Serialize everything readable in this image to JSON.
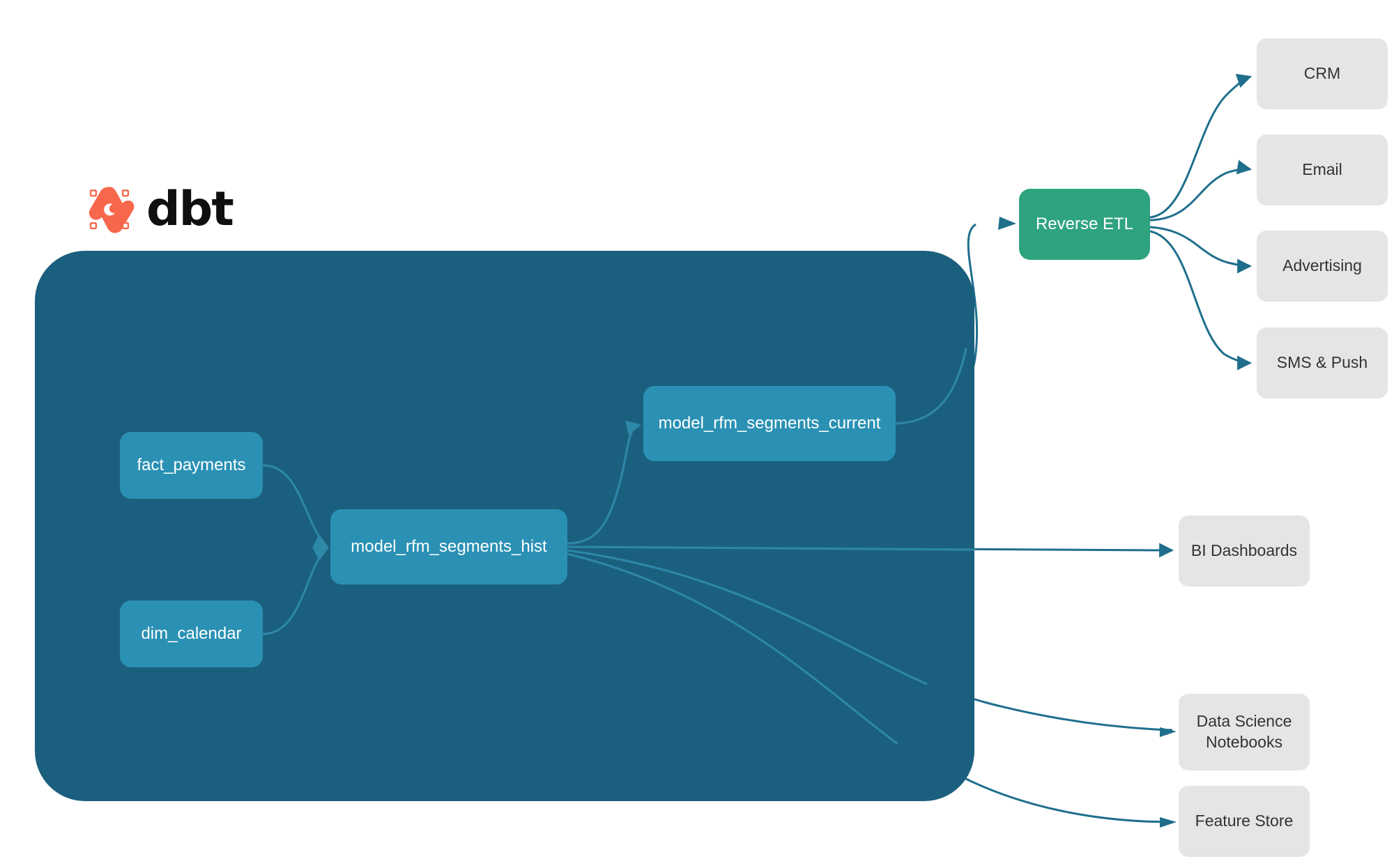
{
  "branding": {
    "logo_icon": "dbt-logo-icon",
    "wordmark": "dbt",
    "logo_color": "#f8674c",
    "wordmark_color": "#0f0f0f"
  },
  "colors": {
    "project_container": "#1b5f7e",
    "model_node": "#2a91b4",
    "reverse_etl_node": "#2ea37f",
    "consumer_node": "#e5e5e5",
    "edge_outer": "#1f6e8c",
    "edge_inner": "#2e88a8",
    "background": "#ffffff"
  },
  "project": {
    "container_name": "dbt-project-container",
    "models": [
      {
        "id": "fact_payments",
        "label": "fact_payments"
      },
      {
        "id": "dim_calendar",
        "label": "dim_calendar"
      },
      {
        "id": "model_rfm_segments_hist",
        "label": "model_rfm_segments_hist"
      },
      {
        "id": "model_rfm_segments_current",
        "label": "model_rfm_segments_current"
      }
    ]
  },
  "activation": {
    "hub": {
      "id": "reverse_etl",
      "label": "Reverse ETL"
    },
    "destinations": [
      {
        "id": "crm",
        "label": "CRM"
      },
      {
        "id": "email",
        "label": "Email"
      },
      {
        "id": "advertising",
        "label": "Advertising"
      },
      {
        "id": "sms_push",
        "label": "SMS & Push"
      }
    ]
  },
  "analytics": {
    "consumers": [
      {
        "id": "bi_dashboards",
        "label": "BI Dashboards"
      },
      {
        "id": "ds_notebooks",
        "label_line1": "Data Science",
        "label_line2": "Notebooks"
      },
      {
        "id": "feature_store",
        "label": "Feature Store"
      }
    ]
  },
  "edges": [
    {
      "from": "fact_payments",
      "to": "model_rfm_segments_hist",
      "scope": "internal"
    },
    {
      "from": "dim_calendar",
      "to": "model_rfm_segments_hist",
      "scope": "internal"
    },
    {
      "from": "model_rfm_segments_hist",
      "to": "model_rfm_segments_current",
      "scope": "internal"
    },
    {
      "from": "model_rfm_segments_current",
      "to": "reverse_etl",
      "scope": "external"
    },
    {
      "from": "model_rfm_segments_hist",
      "to": "bi_dashboards",
      "scope": "external"
    },
    {
      "from": "model_rfm_segments_hist",
      "to": "ds_notebooks",
      "scope": "external"
    },
    {
      "from": "model_rfm_segments_hist",
      "to": "feature_store",
      "scope": "external"
    },
    {
      "from": "reverse_etl",
      "to": "crm",
      "scope": "external"
    },
    {
      "from": "reverse_etl",
      "to": "email",
      "scope": "external"
    },
    {
      "from": "reverse_etl",
      "to": "advertising",
      "scope": "external"
    },
    {
      "from": "reverse_etl",
      "to": "sms_push",
      "scope": "external"
    }
  ]
}
